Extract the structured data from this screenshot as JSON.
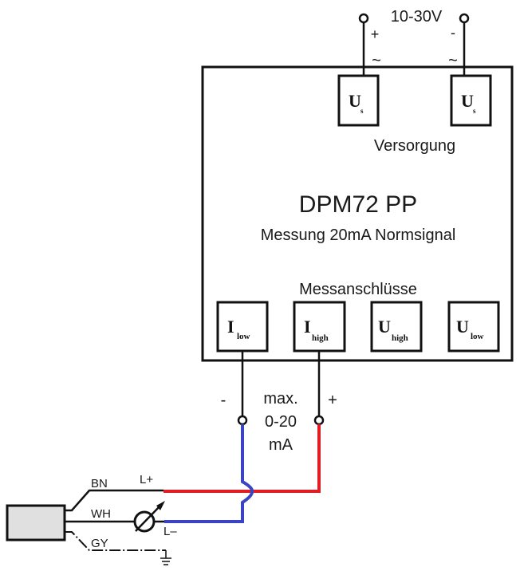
{
  "colors": {
    "wire": "#111111",
    "positive_wire": "#e31b23",
    "negative_wire": "#3a44c4",
    "sensor_fill": "#e0e0e0"
  },
  "supply": {
    "voltage_label": "10-30V",
    "plus_label": "+",
    "minus_label": "-",
    "ac_left": "~",
    "ac_right": "~",
    "terminals": [
      {
        "main": "U",
        "sub": "s"
      },
      {
        "main": "U",
        "sub": "s"
      }
    ],
    "caption": "Versorgung"
  },
  "device": {
    "title": "DPM72 PP",
    "subtitle": "Messung 20mA Normsignal"
  },
  "measurement": {
    "caption": "Messanschlüsse",
    "terminals": [
      {
        "main": "I",
        "sub": "low"
      },
      {
        "main": "I",
        "sub": "high"
      },
      {
        "main": "U",
        "sub": "high"
      },
      {
        "main": "U",
        "sub": "low"
      }
    ],
    "minus_label": "-",
    "plus_label": "+",
    "range_lines": [
      "max.",
      "0-20",
      "mA"
    ]
  },
  "sensor": {
    "wires": [
      {
        "label": "BN",
        "signal": "L+"
      },
      {
        "label": "WH",
        "signal": "L–"
      },
      {
        "label": "GY",
        "signal": "ground"
      }
    ]
  }
}
